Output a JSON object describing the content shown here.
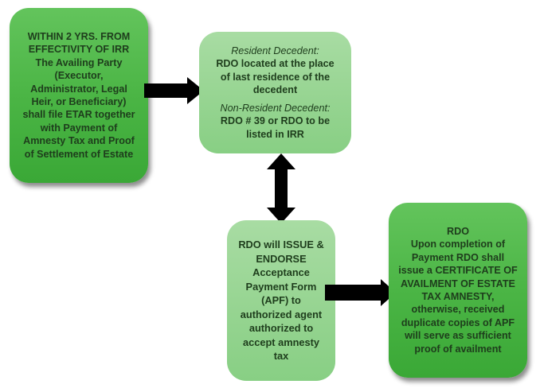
{
  "diagram": {
    "type": "flowchart",
    "nodes": [
      {
        "id": "step1-file-etar",
        "style": "dark-green",
        "lines": [
          "WITHIN 2 YRS. FROM",
          "EFFECTIVITY OF IRR",
          "The Availing Party",
          "(Executor,",
          "Administrator, Legal",
          "Heir, or Beneficiary)",
          "shall file ETAR together",
          "with Payment of",
          "Amnesty Tax and Proof",
          "of Settlement of Estate"
        ]
      },
      {
        "id": "step2-rdo-venue",
        "style": "light-green",
        "resident_heading": "Resident Decedent:",
        "resident_lines": [
          "RDO located at the place",
          "of last residence of the",
          "decedent"
        ],
        "nonresident_heading": "Non-Resident Decedent:",
        "nonresident_lines": [
          "RDO # 39 or RDO to be",
          "listed in IRR"
        ]
      },
      {
        "id": "step3-issue-apf",
        "style": "light-green",
        "lines": [
          "RDO will ISSUE &",
          "ENDORSE",
          "Acceptance",
          "Payment Form",
          "(APF) to",
          "authorized agent",
          "authorized to",
          "accept amnesty",
          "tax"
        ]
      },
      {
        "id": "step4-certificate",
        "style": "dark-green",
        "lines": [
          "RDO",
          "Upon completion of",
          "Payment RDO shall",
          "issue a CERTIFICATE OF",
          "AVAILMENT OF ESTATE",
          "TAX AMNESTY,",
          "otherwise, received",
          "duplicate copies of APF",
          "will serve as sufficient",
          "proof of availment"
        ]
      }
    ],
    "edges": [
      {
        "from": "step1-file-etar",
        "to": "step2-rdo-venue",
        "direction": "right"
      },
      {
        "from": "step2-rdo-venue",
        "to": "step3-issue-apf",
        "direction": "bidirectional-vertical"
      },
      {
        "from": "step3-issue-apf",
        "to": "step4-certificate",
        "direction": "right"
      }
    ],
    "colors": {
      "dark_green": "#4bb545",
      "light_green": "#98d593",
      "text": "#1e3d1c",
      "arrow": "#000000"
    }
  }
}
